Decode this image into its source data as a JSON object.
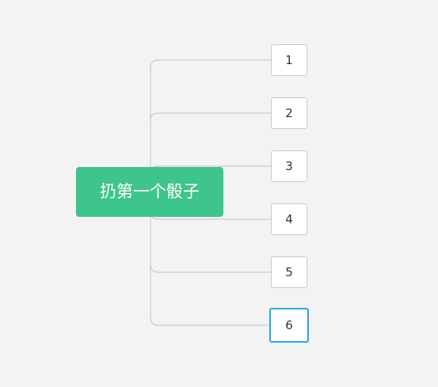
{
  "root": {
    "label": "扔第一个骰子"
  },
  "children": [
    {
      "label": "1",
      "selected": false
    },
    {
      "label": "2",
      "selected": false
    },
    {
      "label": "3",
      "selected": false
    },
    {
      "label": "4",
      "selected": false
    },
    {
      "label": "5",
      "selected": false
    },
    {
      "label": "6",
      "selected": true
    }
  ],
  "colors": {
    "background": "#f3f3f3",
    "root_fill": "#3ec48d",
    "connector": "#c3c3c3",
    "selected_border": "#2ba6d6"
  }
}
